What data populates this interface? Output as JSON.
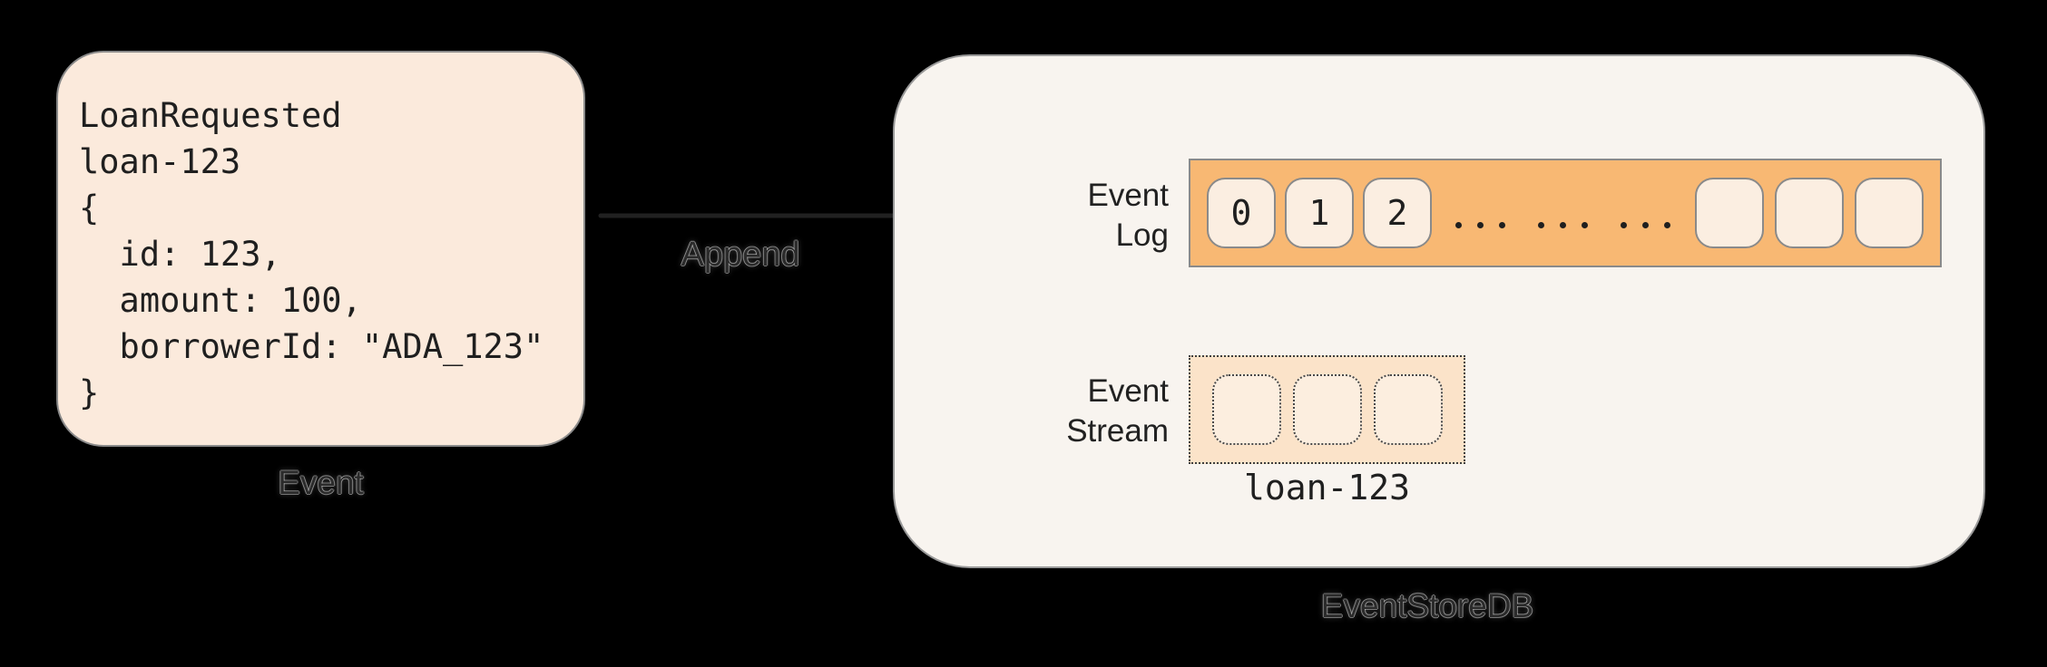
{
  "colors": {
    "background": "#000000",
    "card_fill": "#FBEADC",
    "card_border": "#8a8a8a",
    "store_fill": "#F8F4EF",
    "log_bar_fill": "#F8B873",
    "cell_fill": "#FBEEE1",
    "stream_fill": "#FBE3C9",
    "stream_cell_fill": "#FCEEDF",
    "arrow": "#212121",
    "text": "#1f1f1f"
  },
  "event_card": {
    "label": "Event",
    "code_lines": [
      "LoanRequested",
      "loan-123",
      "{",
      "  id: 123,",
      "  amount: 100,",
      "  borrowerId: \"ADA_123\"",
      "}"
    ]
  },
  "append": {
    "label": "Append"
  },
  "event_store": {
    "label": "EventStoreDB",
    "event_log": {
      "label_lines": [
        "Event",
        "Log"
      ],
      "cells": [
        "0",
        "1",
        "2"
      ],
      "ellipsis": "... ... ...",
      "empty_cell_count": 3
    },
    "event_stream": {
      "label_lines": [
        "Event",
        "Stream"
      ],
      "empty_cell_count": 3,
      "stream_name": "loan-123"
    }
  }
}
